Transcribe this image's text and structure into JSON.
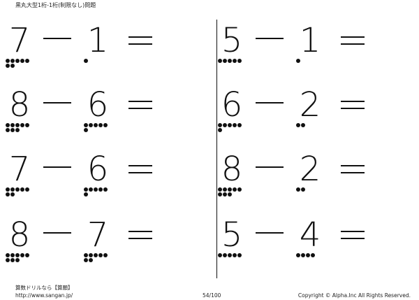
{
  "header": {
    "title": "黒丸大型1桁-1桁(制限なし)問題"
  },
  "problems": [
    {
      "a": "7",
      "b": "1"
    },
    {
      "a": "8",
      "b": "6"
    },
    {
      "a": "7",
      "b": "6"
    },
    {
      "a": "8",
      "b": "7"
    },
    {
      "a": "5",
      "b": "1"
    },
    {
      "a": "6",
      "b": "2"
    },
    {
      "a": "8",
      "b": "2"
    },
    {
      "a": "5",
      "b": "4"
    }
  ],
  "footer": {
    "site_name": "算数ドリルなら【算願】",
    "url": "http://www.sangan.jp/",
    "page": "54/100",
    "copyright": "Copyright © Alpha.Inc All Rights Reserved."
  }
}
